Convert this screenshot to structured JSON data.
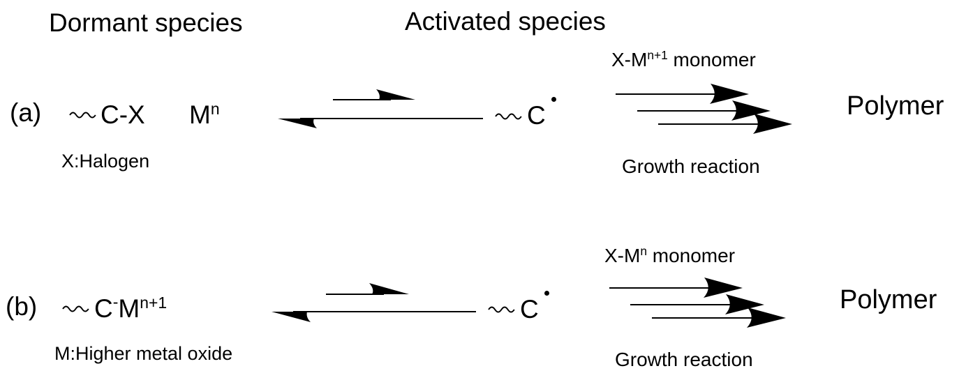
{
  "headers": {
    "dormant": "Dormant species",
    "activated": "Activated species"
  },
  "row_a": {
    "label": "(a)",
    "dormant_formula": {
      "main": "C-X",
      "metal": "M",
      "metal_sup": "n"
    },
    "dormant_note": "X:Halogen",
    "activated_formula": "C",
    "reagent": {
      "prefix": "X-M",
      "sup": "n+1",
      "suffix": " monomer"
    },
    "process": "Growth reaction",
    "product": "Polymer"
  },
  "row_b": {
    "label": "(b)",
    "dormant_formula": {
      "main": "C",
      "charge": "-",
      "metal": "M",
      "metal_sup": "n+1"
    },
    "dormant_note": "M:Higher metal oxide",
    "activated_formula": "C",
    "reagent": {
      "prefix": "X-M",
      "sup": "n",
      "suffix": " monomer"
    },
    "process": "Growth reaction",
    "product": "Polymer"
  },
  "icons": {
    "polymer_chain": "wavy-bond-icon",
    "radical": "radical-dot-icon",
    "equilibrium": "equilibrium-arrows-icon",
    "propagation": "triple-forward-arrows-icon"
  },
  "colors": {
    "ink": "#000000",
    "background": "#ffffff"
  }
}
